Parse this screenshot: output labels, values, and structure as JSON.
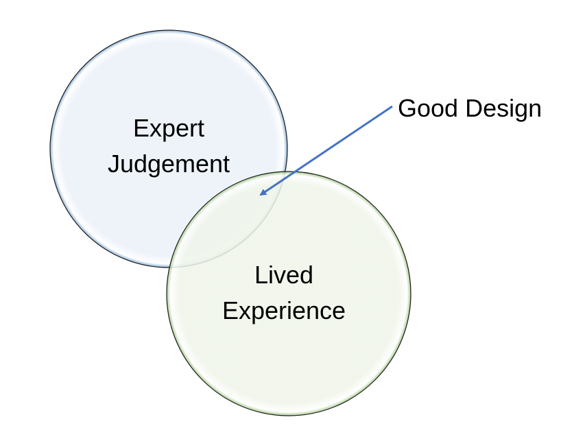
{
  "circles": [
    {
      "label": "Expert\nJudgement",
      "fill": "#eef3fa",
      "stroke": "#9dc3e6"
    },
    {
      "label": "Lived\nExperience",
      "fill": "#eff5e9",
      "stroke": "#a9d18e"
    }
  ],
  "annotation": {
    "label": "Good Design",
    "arrow_color": "#4472c4"
  }
}
